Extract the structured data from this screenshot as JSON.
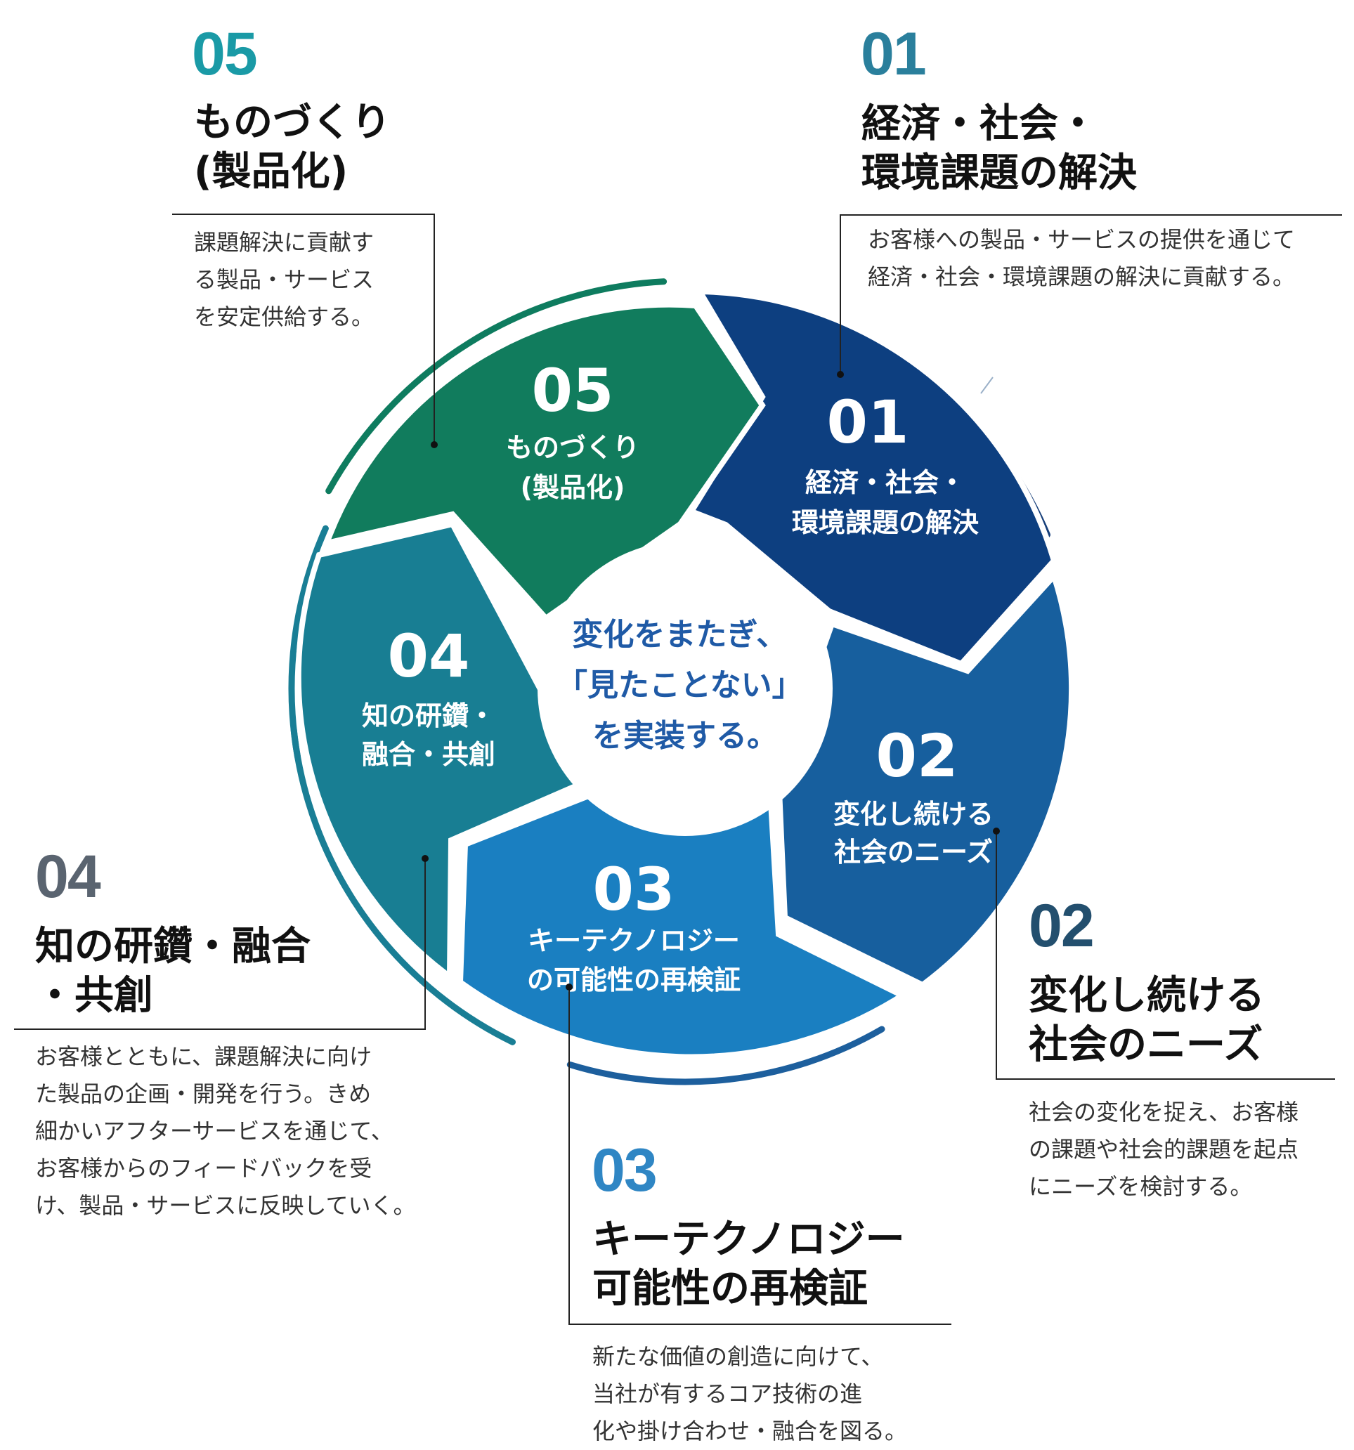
{
  "center": {
    "lines": [
      "変化をまたぎ、",
      "「見たことない」",
      "を実装する。"
    ]
  },
  "segments": [
    {
      "number": "01",
      "label_lines": [
        "経済・社会・",
        "環境課題の解決"
      ],
      "color": "#0d3f80"
    },
    {
      "number": "02",
      "label_lines": [
        "変化し続ける",
        "社会のニーズ"
      ],
      "color": "#175f9e"
    },
    {
      "number": "03",
      "label_lines": [
        "キーテクノロジー",
        "の可能性の再検証"
      ],
      "color": "#1a7fc1"
    },
    {
      "number": "04",
      "label_lines": [
        "知の研鑽・",
        "融合・共創"
      ],
      "color": "#187e93"
    },
    {
      "number": "05",
      "label_lines": [
        "ものづくり",
        "(製品化)"
      ],
      "color": "#117c5d"
    }
  ],
  "callouts": [
    {
      "number": "05",
      "number_color": "#1a9aa6",
      "title_lines": [
        "ものづくり",
        "(製品化)"
      ],
      "desc_lines": [
        "課題解決に貢献す",
        "る製品・サービス",
        "を安定供給する。"
      ]
    },
    {
      "number": "01",
      "number_color": "#2a7f9c",
      "title_lines": [
        "経済・社会・",
        "環境課題の解決"
      ],
      "desc_lines": [
        "お客様への製品・サービスの提供を通じて",
        "経済・社会・環境課題の解決に貢献する。"
      ]
    },
    {
      "number": "04",
      "number_color": "#5a6470",
      "title_lines": [
        "知の研鑽・融合",
        "・共創"
      ],
      "desc_lines": [
        "お客様とともに、課題解決に向け",
        "た製品の企画・開発を行う。きめ",
        "細かいアフターサービスを通じて、",
        "お客様からのフィードバックを受",
        "け、製品・サービスに反映していく。"
      ]
    },
    {
      "number": "02",
      "number_color": "#234f6e",
      "title_lines": [
        "変化し続ける",
        "社会のニーズ"
      ],
      "desc_lines": [
        "社会の変化を捉え、お客様",
        "の課題や社会的課題を起点",
        "にニーズを検討する。"
      ]
    },
    {
      "number": "03",
      "number_color": "#2f86c4",
      "title_lines": [
        "キーテクノロジー",
        "可能性の再検証"
      ],
      "desc_lines": [
        "新たな価値の創造に向けて、",
        "当社が有するコア技術の進",
        "化や掛け合わせ・融合を図る。"
      ]
    }
  ],
  "arc_colors": {
    "green": "#0e7c5f",
    "teal": "#197e95",
    "blue": "#1d5f9d",
    "navy": "#173f7a"
  }
}
